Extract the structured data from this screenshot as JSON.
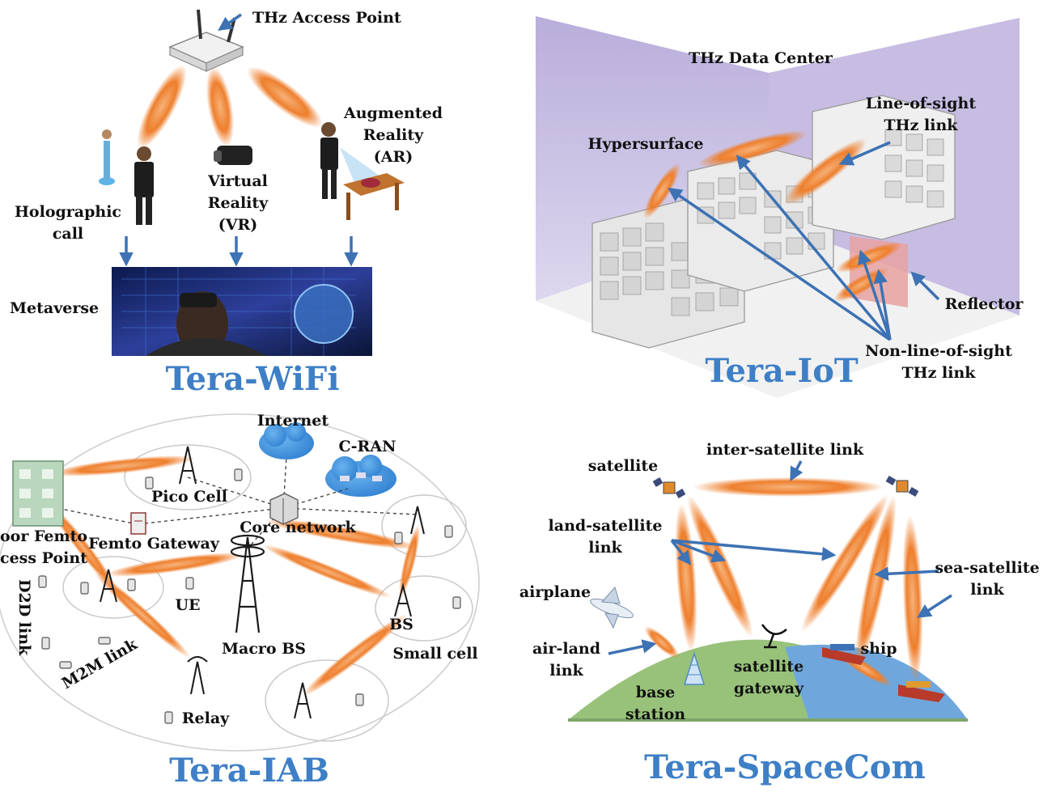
{
  "panels": {
    "wifi": {
      "title": "Tera-WiFi",
      "access_point": "THz Access Point",
      "holographic": [
        "Holographic",
        "call"
      ],
      "vr": [
        "Virtual",
        "Reality",
        "(VR)"
      ],
      "ar": [
        "Augmented",
        "Reality",
        "(AR)"
      ],
      "metaverse": "Metaverse"
    },
    "iot": {
      "title": "Tera-IoT",
      "data_center": "THz Data Center",
      "hypersurface": "Hypersurface",
      "los": [
        "Line-of-sight",
        "THz link"
      ],
      "reflector": "Reflector",
      "nlos": [
        "Non-line-of-sight",
        "THz link"
      ]
    },
    "iab": {
      "title": "Tera-IAB",
      "internet": "Internet",
      "cran": "C-RAN",
      "pico": "Pico Cell",
      "core": "Core network",
      "femto_gw": "Femto Gateway",
      "indoor": [
        "oor Femto",
        "cess Point"
      ],
      "d2d": "D2D link",
      "ue": "UE",
      "macro": "Macro BS",
      "bs": "BS",
      "small": "Small cell",
      "m2m": "M2M link",
      "relay": "Relay"
    },
    "space": {
      "title": "Tera-SpaceCom",
      "inter": "inter-satellite link",
      "satellite": "satellite",
      "land_sat": [
        "land-satellite",
        "link"
      ],
      "sea_sat": [
        "sea-satellite",
        "link"
      ],
      "airplane": "airplane",
      "air_land": [
        "air-land",
        "link"
      ],
      "ship": "ship",
      "gateway": [
        "satellite",
        "gateway"
      ],
      "base": [
        "base",
        "station"
      ]
    }
  },
  "colors": {
    "title_blue": "#3e7fc6",
    "beam_orange": "#f08a3c",
    "arrow_blue": "#3d72b4",
    "room_purple": "#cfc6e6"
  }
}
